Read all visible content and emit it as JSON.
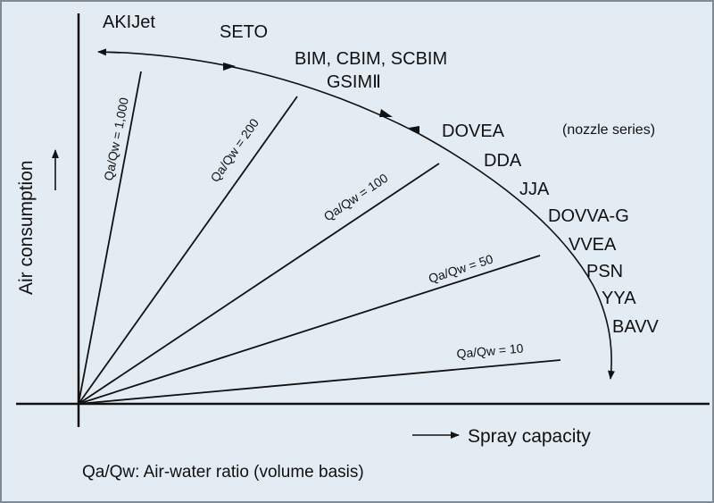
{
  "axes": {
    "y_title": "Air consumption",
    "x_title": "Spray capacity"
  },
  "series_note": "(nozzle series)",
  "nozzle_series": [
    "AKIJet",
    "SETO",
    "BIM, CBIM, SCBIM",
    "GSIMⅡ",
    "DOVEA",
    "DDA",
    "JJA",
    "DOVVA-G",
    "VVEA",
    "PSN",
    "YYA",
    "BAVV"
  ],
  "ratio_lines": [
    {
      "label": "Qa/Qw = 1,000",
      "ratio": 1000
    },
    {
      "label": "Qa/Qw = 200",
      "ratio": 200
    },
    {
      "label": "Qa/Qw = 100",
      "ratio": 100
    },
    {
      "label": "Qa/Qw = 50",
      "ratio": 50
    },
    {
      "label": "Qa/Qw = 10",
      "ratio": 10
    }
  ],
  "footnote": "Qa/Qw: Air-water ratio (volume basis)",
  "colors": {
    "background": "#e4ecf3",
    "border": "#7f8c96",
    "ink": "#111111"
  }
}
